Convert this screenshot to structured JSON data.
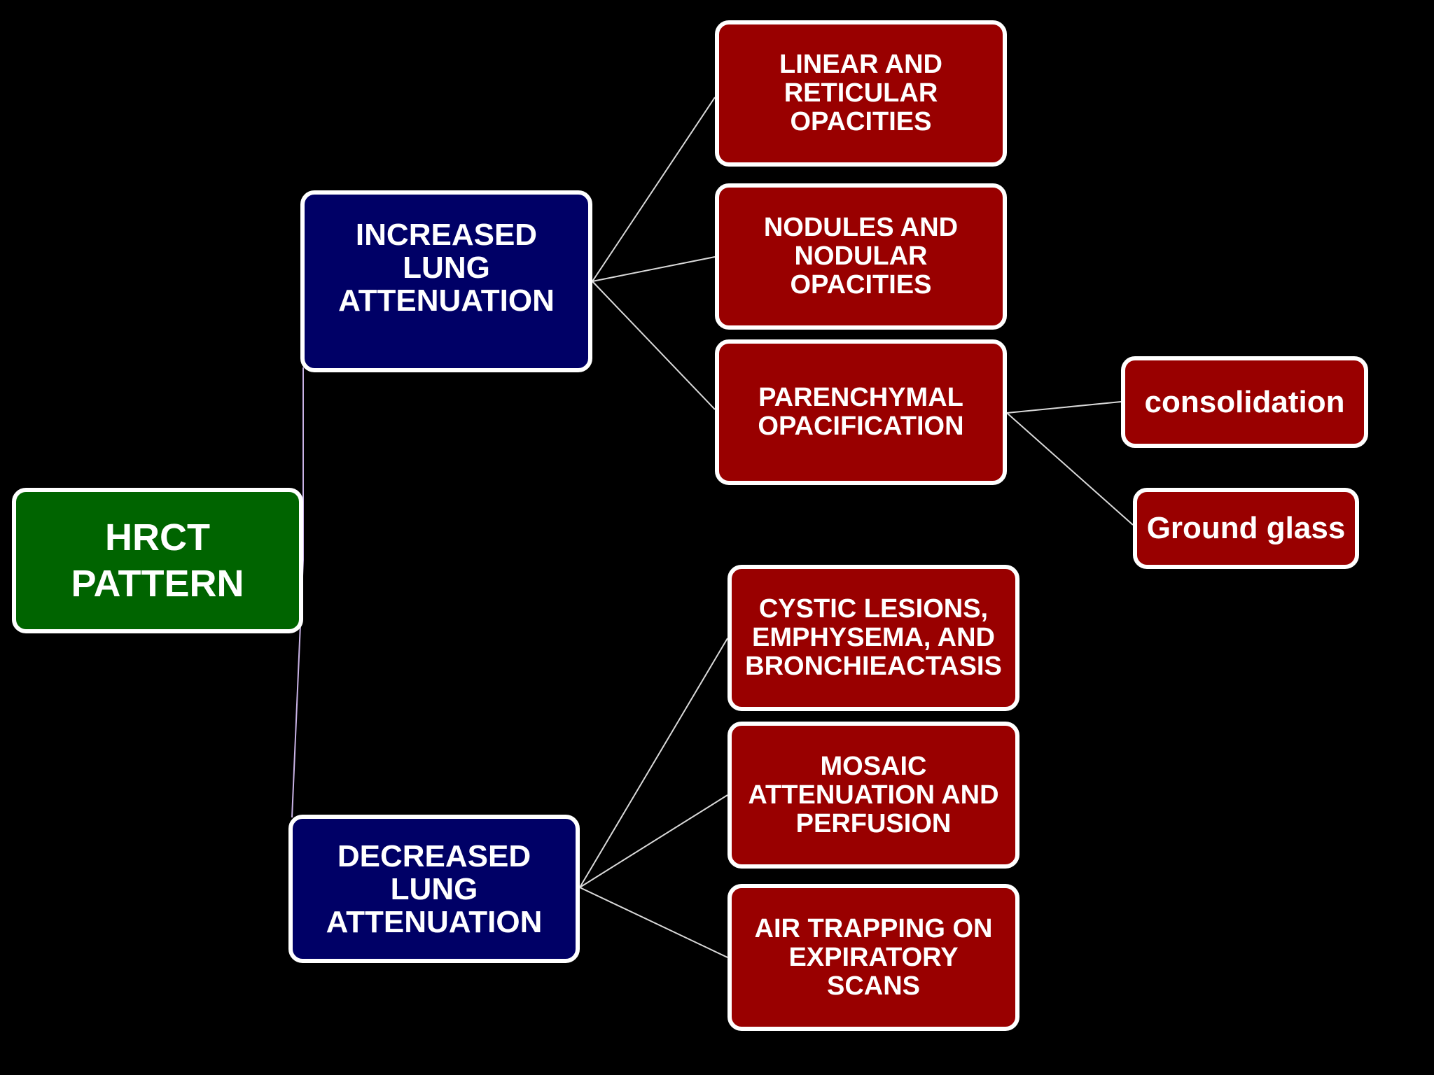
{
  "diagram": {
    "root": {
      "lines": [
        "HRCT",
        "PATTERN"
      ]
    },
    "increased": {
      "lines": [
        "INCREASED",
        "LUNG",
        "ATTENUATION"
      ],
      "children": {
        "linear": {
          "lines": [
            "LINEAR AND",
            "RETICULAR",
            "OPACITIES"
          ]
        },
        "nodules": {
          "lines": [
            "NODULES AND",
            "NODULAR",
            "OPACITIES"
          ]
        },
        "parenchymal": {
          "lines": [
            "PARENCHYMAL",
            "OPACIFICATION"
          ],
          "children": {
            "consolidation": {
              "label": "consolidation"
            },
            "ground_glass": {
              "label": "Ground glass"
            }
          }
        }
      }
    },
    "decreased": {
      "lines": [
        "DECREASED",
        "LUNG",
        "ATTENUATION"
      ],
      "children": {
        "cystic": {
          "lines": [
            "CYSTIC LESIONS,",
            "EMPHYSEMA, AND",
            "BRONCHIEACTASIS"
          ]
        },
        "mosaic": {
          "lines": [
            "MOSAIC",
            "ATTENUATION AND",
            "PERFUSION"
          ]
        },
        "air_trapping": {
          "lines": [
            "AIR TRAPPING ON",
            "EXPIRATORY",
            "SCANS"
          ]
        }
      }
    }
  },
  "colors": {
    "background": "#000000",
    "root_fill": "#006400",
    "level1_fill": "#000066",
    "level2_fill": "#990000",
    "border": "#ffffff",
    "connector_root": "#c9b3e6",
    "connector": "#d9d9d9"
  }
}
